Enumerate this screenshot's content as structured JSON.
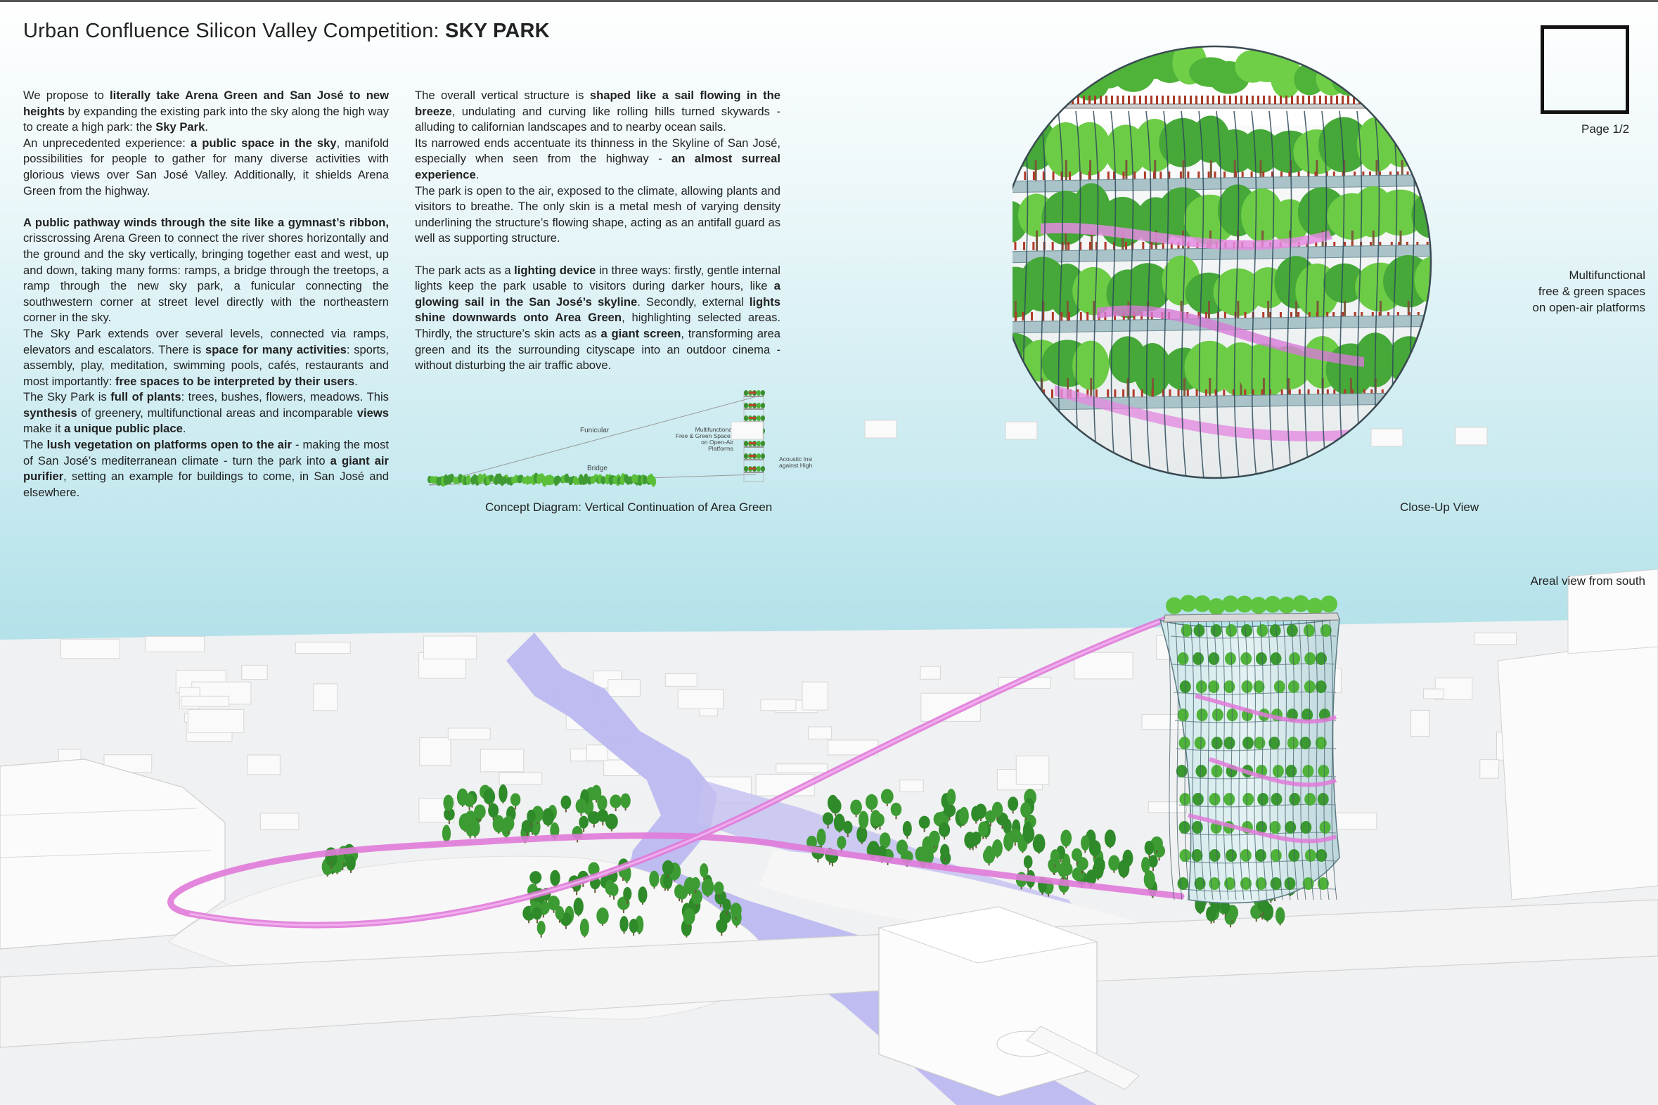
{
  "title": {
    "prefix": "Urban Confluence Silicon Valley Competition: ",
    "bold": "SKY PARK"
  },
  "page": {
    "label": "Page 1/2"
  },
  "column1": [
    [
      {
        "t": "We propose to "
      },
      {
        "t": "literally take Arena Green and San José to new heights",
        "b": true
      },
      {
        "t": " by expanding the existing park into the sky along the high way to create a high park: the "
      },
      {
        "t": "Sky Park",
        "b": true
      },
      {
        "t": "."
      }
    ],
    [
      {
        "t": "An unprecedented experience: "
      },
      {
        "t": "a public space in the sky",
        "b": true
      },
      {
        "t": ", manifold possibilities for people to gather for many diverse activities with glorious views over San José Valley. Additionally, it shields Arena Green from the highway."
      }
    ],
    [
      {
        "t": "A public pathway winds through the site like a gymnast’s ribbon,",
        "b": true
      },
      {
        "t": " crisscrossing Arena Green to connect the river shores horizontally and the ground and the sky vertically, bringing together east and west, up and down, taking many forms: ramps, a bridge through the treetops, a ramp through the new sky park, a funicular connecting the southwestern corner at street level directly with the northeastern corner in the sky."
      }
    ],
    [
      {
        "t": "The Sky Park extends over several levels, connected via ramps, elevators and escalators. There is "
      },
      {
        "t": "space for many activities",
        "b": true
      },
      {
        "t": ": sports, assembly, play, meditation, swimming pools, cafés, restaurants and most importantly: "
      },
      {
        "t": "free spaces to be interpreted by their users",
        "b": true
      },
      {
        "t": "."
      }
    ],
    [
      {
        "t": "The Sky Park is "
      },
      {
        "t": "full of plants",
        "b": true
      },
      {
        "t": ": trees, bushes, flowers, meadows. This "
      },
      {
        "t": "synthesis",
        "b": true
      },
      {
        "t": " of greenery, multifunctional areas and incomparable "
      },
      {
        "t": "views",
        "b": true
      },
      {
        "t": " make it "
      },
      {
        "t": "a unique public place",
        "b": true
      },
      {
        "t": "."
      }
    ],
    [
      {
        "t": "The "
      },
      {
        "t": "lush vegetation on platforms open to the air",
        "b": true
      },
      {
        "t": " - making the most of San José’s mediterranean climate - turn the park into "
      },
      {
        "t": "a giant air purifier",
        "b": true
      },
      {
        "t": ", setting an example for buildings to come, in San José and elsewhere."
      }
    ]
  ],
  "column2": [
    [
      {
        "t": "The overall vertical structure is "
      },
      {
        "t": "shaped like a sail flowing in the breeze",
        "b": true
      },
      {
        "t": ", undulating and curving like rolling hills turned skywards - alluding to californian landscapes and to nearby ocean sails."
      }
    ],
    [
      {
        "t": "Its narrowed ends accentuate its thinness in the Skyline of San José, especially when seen from the highway - "
      },
      {
        "t": "an almost surreal experience",
        "b": true
      },
      {
        "t": "."
      }
    ],
    [
      {
        "t": "The park is open to the air, exposed to the climate, allowing plants and visitors to breathe. The only skin is a metal mesh of varying density underlining the structure’s flowing shape, acting as an antifall guard as well as supporting structure."
      }
    ],
    [
      {
        "t": "The park acts as a "
      },
      {
        "t": "lighting device",
        "b": true
      },
      {
        "t": " in three ways: firstly, gentle internal lights keep the park usable to visitors during darker hours, like "
      },
      {
        "t": "a glowing sail in the San José’s skyline",
        "b": true
      },
      {
        "t": ". Secondly, external "
      },
      {
        "t": "lights shine downwards onto Area Green",
        "b": true
      },
      {
        "t": ", highlighting selected areas. Thirdly, the structure’s skin acts as "
      },
      {
        "t": "a giant screen",
        "b": true
      },
      {
        "t": ", transforming area green and its the surrounding cityscape into an outdoor cinema - without disturbing the air traffic above."
      }
    ]
  ],
  "diagram": {
    "caption": "Concept Diagram: Vertical Continuation of Area Green",
    "funicular": "Funicular",
    "bridge": "Bridge",
    "platforms": [
      "Multifunctional",
      "Free & Green Spaces",
      "on Open-Air",
      "Platforms"
    ],
    "acoustic": [
      "Acoustic Insulation",
      "against Highway"
    ]
  },
  "closeup": {
    "caption": "Close-Up View"
  },
  "side_label": {
    "lines": [
      "Multifunctional",
      "free & green spaces",
      "on open-air platforms"
    ]
  },
  "aerial": {
    "caption": "Areal view from south"
  },
  "colors": {
    "ribbon": "#e87ee6",
    "tree": "#3f9a34",
    "water": "#b9b6ee",
    "sky": "#b4e1ea"
  }
}
